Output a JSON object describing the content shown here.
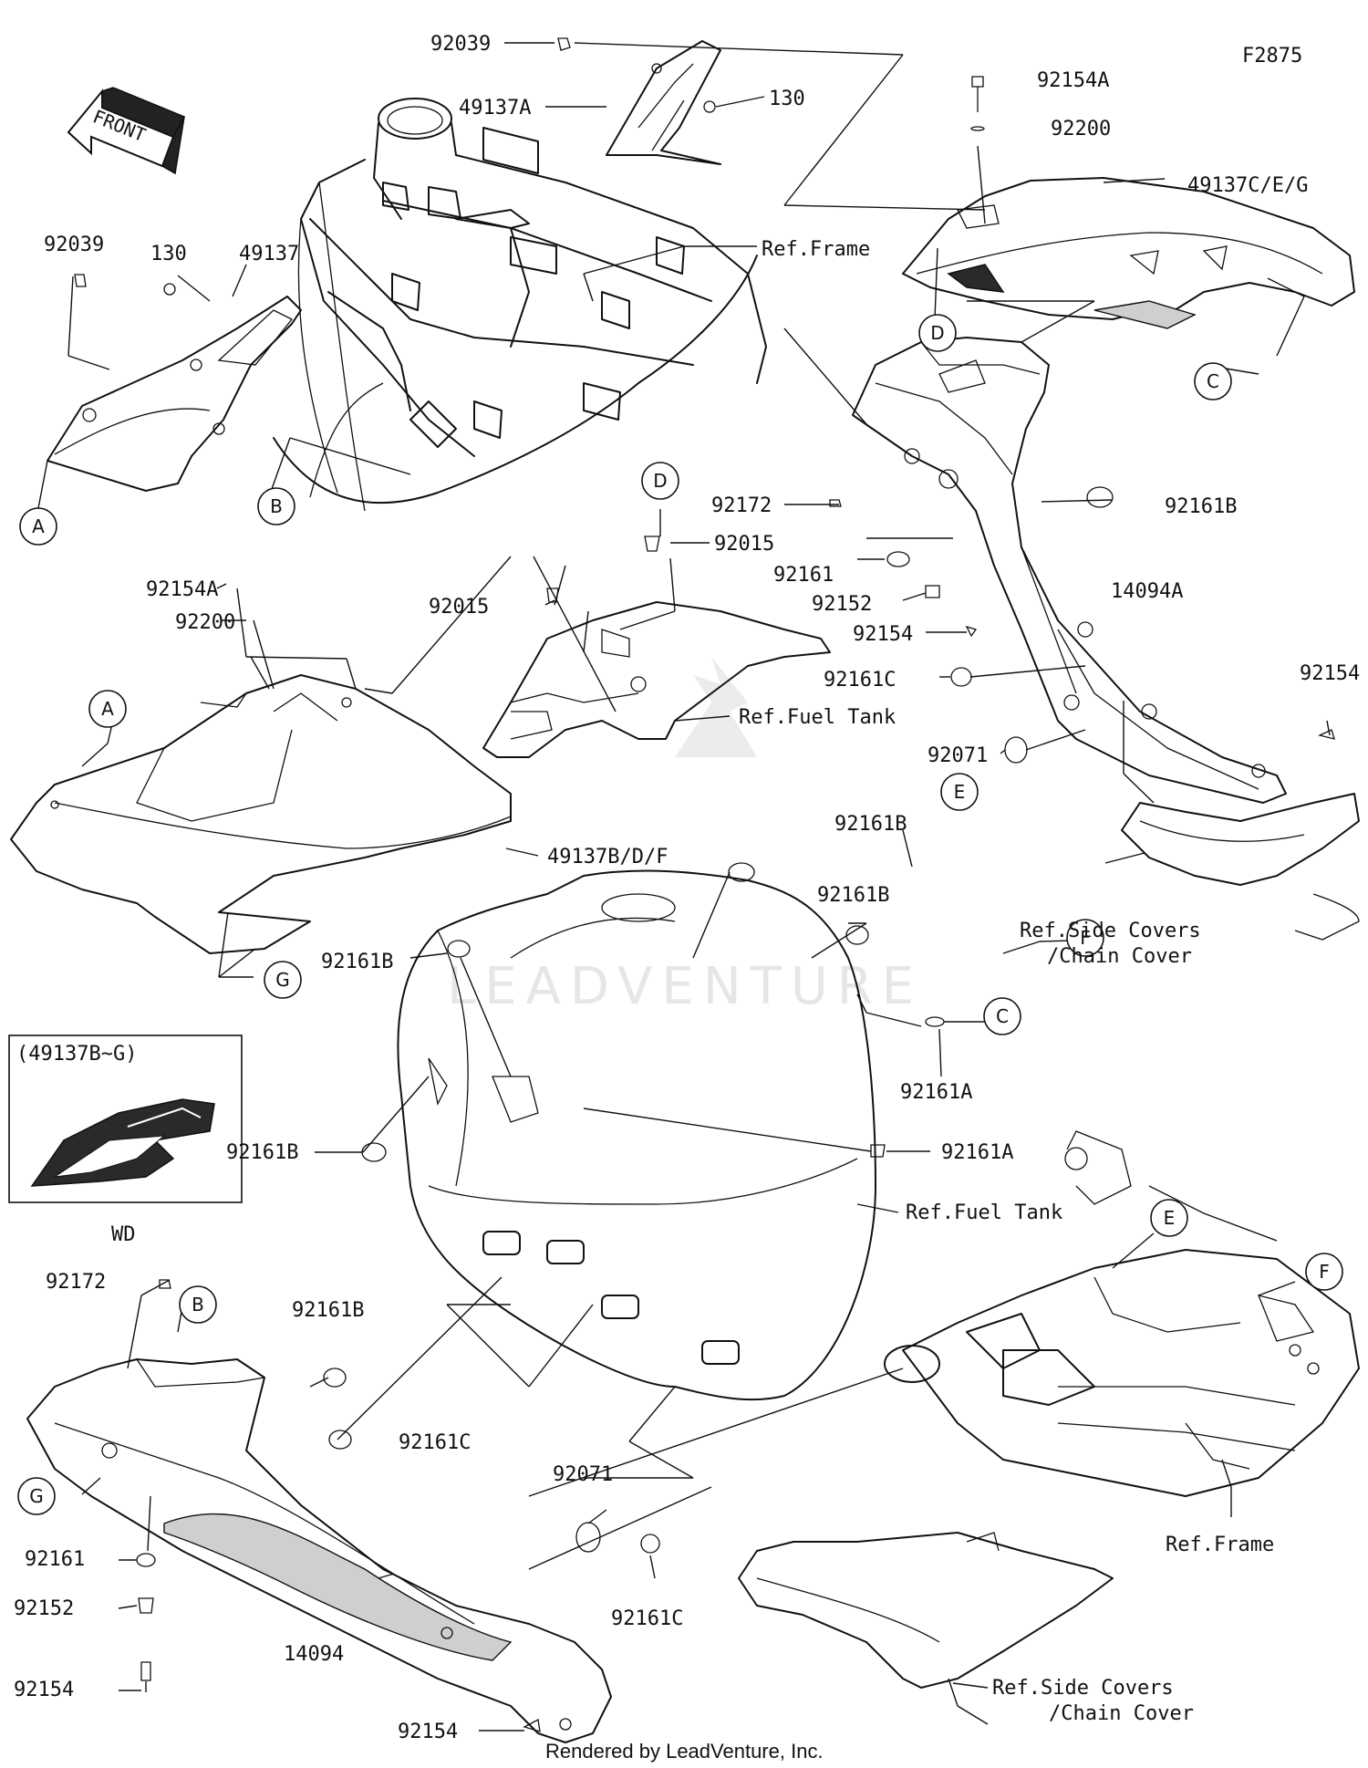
{
  "diagram_code": "F2875",
  "front_arrow": "FRONT",
  "watermark": "LEADVENTURE",
  "footer": "Rendered by LeadVenture, Inc.",
  "inset": {
    "title": "(49137B~G)",
    "caption": "WD"
  },
  "callouts": {
    "A": "A",
    "B": "B",
    "C": "C",
    "D": "D",
    "E": "E",
    "F": "F",
    "G": "G"
  },
  "parts": {
    "p92039": "92039",
    "p49137A": "49137A",
    "p130": "130",
    "p92154A": "92154A",
    "p92200": "92200",
    "p49137CEG": "49137C/E/G",
    "p49137": "49137",
    "p92172": "92172",
    "p92161B": "92161B",
    "p92015": "92015",
    "p92161": "92161",
    "p92152": "92152",
    "p14094A": "14094A",
    "p92154": "92154",
    "p92161C": "92161C",
    "p92071": "92071",
    "p49137BDF": "49137B/D/F",
    "p92161A": "92161A",
    "p14094": "14094"
  },
  "refs": {
    "frame": "Ref.Frame",
    "fuel_tank": "Ref.Fuel Tank",
    "side_covers_1": "Ref.Side Covers",
    "side_covers_2": "/Chain Cover"
  }
}
